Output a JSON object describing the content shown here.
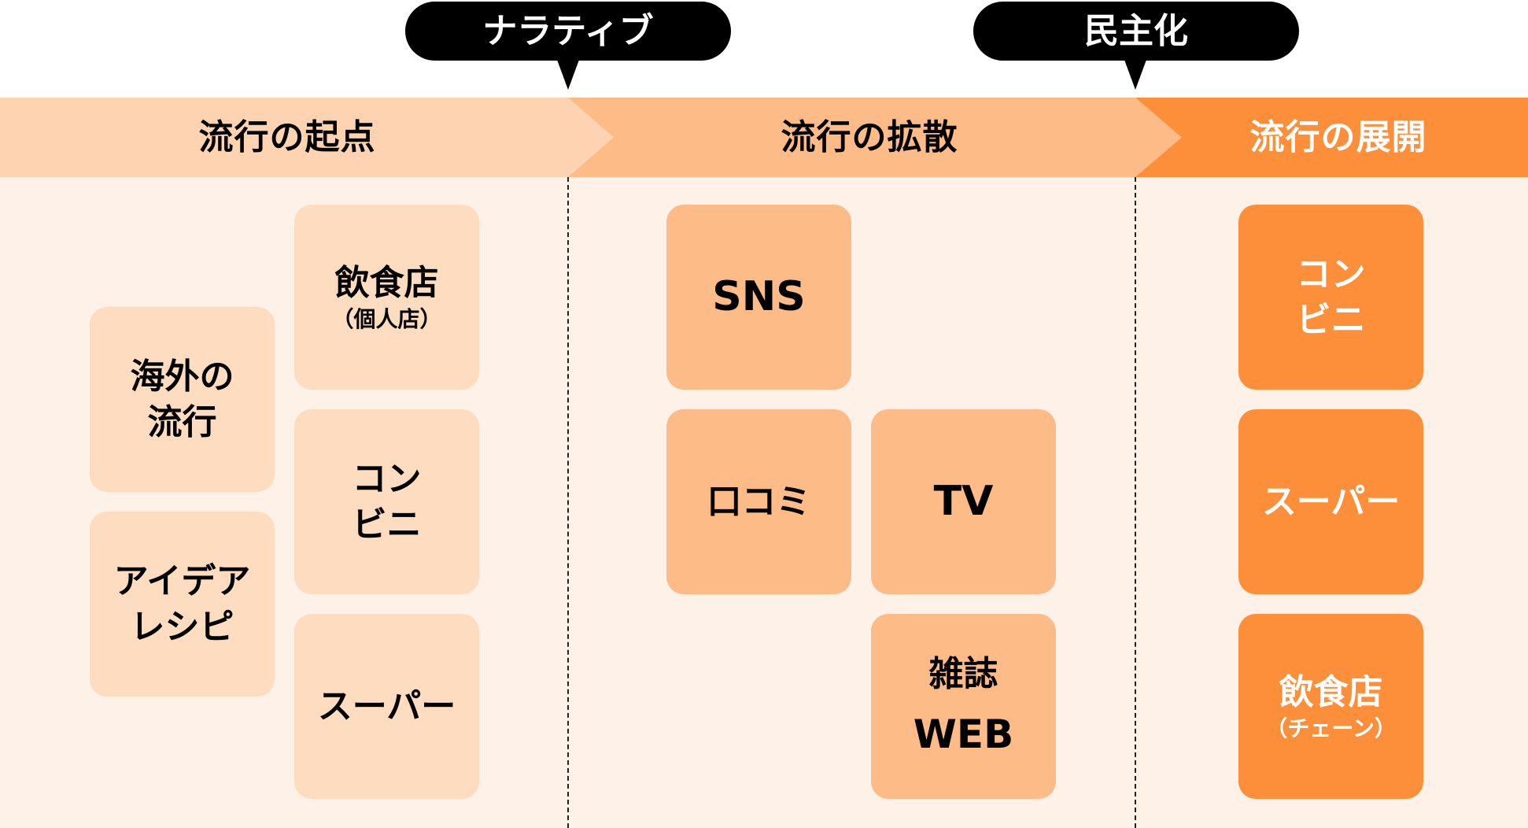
{
  "callouts": [
    "ナラティブ",
    "民主化"
  ],
  "stages": [
    {
      "label": "流行の起点",
      "color": "#fdd3b1"
    },
    {
      "label": "流行の拡散",
      "color": "#fdbb88"
    },
    {
      "label": "流行の展開",
      "color": "#fd8f3a"
    }
  ],
  "origin": {
    "overseas": [
      "海外の",
      "流行"
    ],
    "idea": [
      "アイデア",
      "レシピ"
    ],
    "restaurant": {
      "main": "飲食店",
      "sub": "（個人店）"
    },
    "conbini": [
      "コン",
      "ビニ"
    ],
    "super": "スーパー"
  },
  "spread": {
    "sns": "SNS",
    "kuchikomi": "口コミ",
    "tv": "TV",
    "magazine": [
      "雑誌",
      "WEB"
    ]
  },
  "expansion": {
    "conbini": [
      "コン",
      "ビニ"
    ],
    "super": "スーパー",
    "restaurant": {
      "main": "飲食店",
      "sub": "（チェーン）"
    }
  }
}
